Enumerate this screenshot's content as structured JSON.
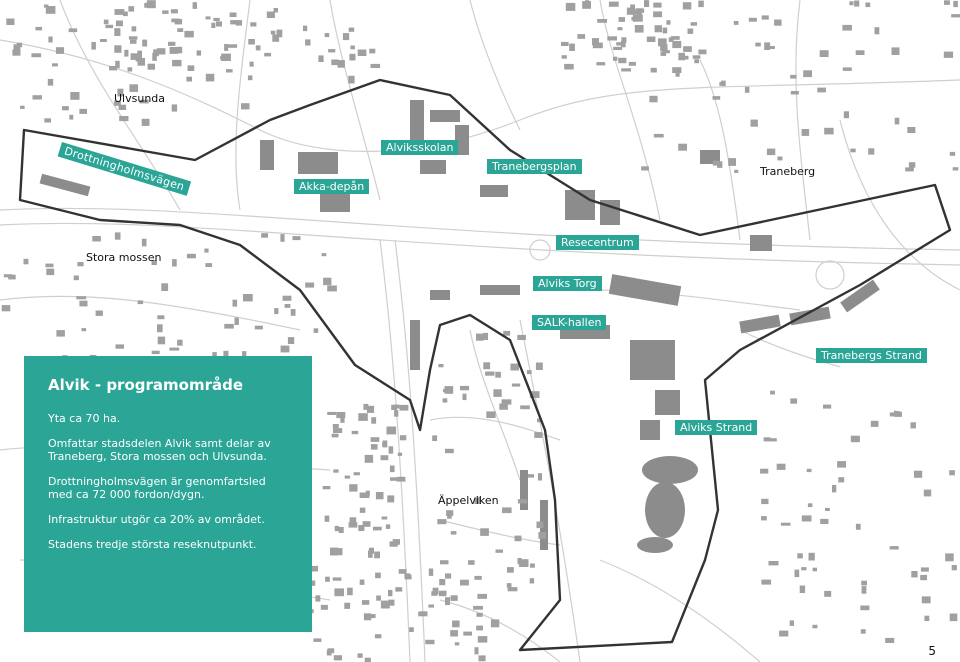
{
  "map": {
    "area_labels": {
      "ulvsunda": "Ulvsunda",
      "traneberg": "Traneberg",
      "stora_mossen": "Stora mossen",
      "appelviken": "Äppelviken"
    },
    "place_tags": {
      "drottningholmsvagen": "Drottningholmsvägen",
      "akka_depan": "Akka-depån",
      "alviksskolan": "Alviksskolan",
      "tranebergsplan": "Tranebergsplan",
      "resecentrum": "Resecentrum",
      "alviks_torg": "Alviks Torg",
      "salk_hallen": "SALK-hallen",
      "tranebergs_strand": "Tranebergs Strand",
      "alviks_strand": "Alviks Strand"
    },
    "colors": {
      "accent": "#2aa596",
      "boundary": "#333333",
      "building": "#8c8c8c",
      "road": "#cccccc"
    }
  },
  "infobox": {
    "title": "Alvik - programområde",
    "lines": [
      "Yta ca 70 ha.",
      "Omfattar stadsdelen Alvik samt delar av Traneberg, Stora mossen och Ulvsunda.",
      "Drottningholmsvägen är genomfartsled med ca 72 000 fordon/dygn.",
      "Infrastruktur utgör ca 20% av området.",
      "Stadens tredje största reseknutpunkt."
    ]
  },
  "page_number": "5"
}
